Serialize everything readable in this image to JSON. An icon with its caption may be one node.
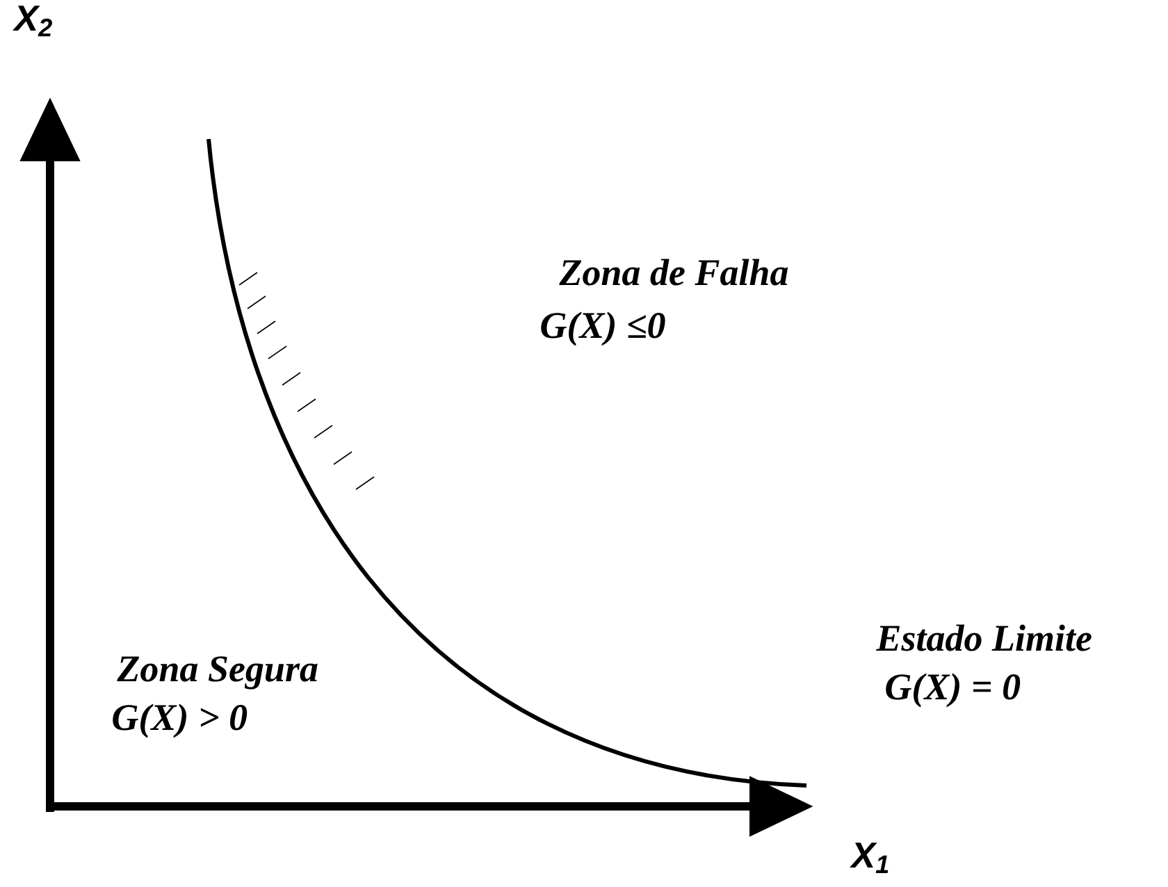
{
  "diagram": {
    "labels": [
      "X$_{2}$",
      "Zona de Falha",
      "G(X) ≤0",
      "Estado Limite",
      "Zona Segura",
      "G(X) = 0",
      "G(X) > 0",
      "X$_{1}$"
    ]
  }
}
